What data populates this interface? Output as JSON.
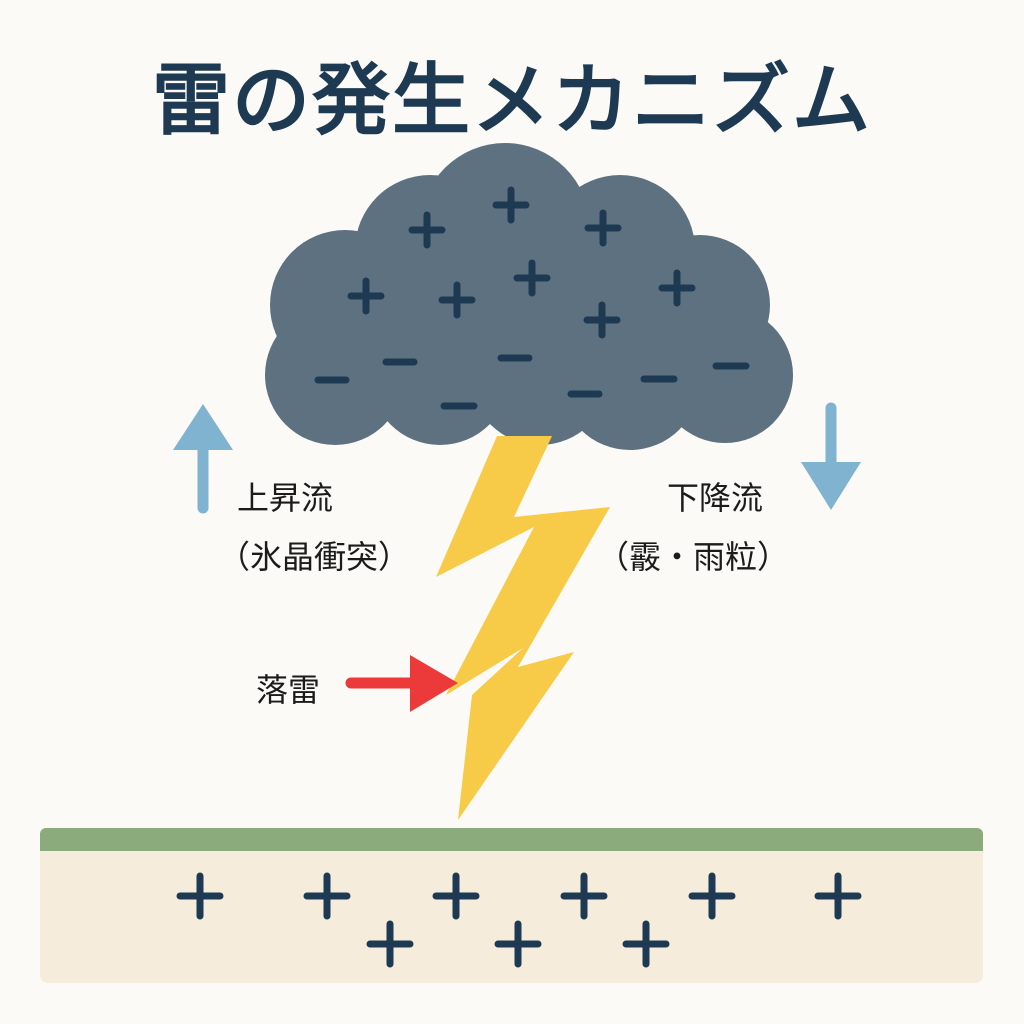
{
  "title": "雷の発生メカニズム",
  "labels": {
    "updraft": "上昇流",
    "updraft_note": "（氷晶衝突）",
    "downdraft": "下降流",
    "downdraft_note": "（霰・雨粒）",
    "lightning_strike": "落雷"
  },
  "charges": {
    "cloud_top": "+",
    "cloud_bottom": "−",
    "ground": "+"
  },
  "colors": {
    "title": "#1d3a52",
    "cloud": "#5e7180",
    "charge": "#1d3a52",
    "lightning": "#f7cb47",
    "flow_arrow": "#7fb3d0",
    "strike_arrow": "#ec3a3a",
    "grass": "#8bab7c",
    "soil": "#f6ecdc"
  }
}
